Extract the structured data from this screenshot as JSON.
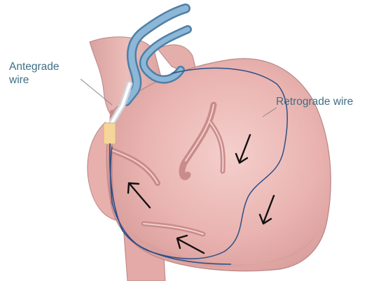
{
  "labels": {
    "antegrade_line1": "Antegrade",
    "antegrade_line2": "wire",
    "retrograde": "Retrograde wire"
  },
  "colors": {
    "heart_body": "#e9b3b0",
    "heart_shadow": "#d99e9c",
    "heart_highlight": "#f2c9c6",
    "outline": "#b98585",
    "vessel": "#d0908f",
    "vein_blue": "#7aa9c9",
    "vein_blue_dark": "#4f7fa6",
    "wire": "#2e4f86",
    "balloon": "#f5d59a",
    "arrow": "#111111",
    "label_text": "#3f6f86",
    "leader_line": "#8a8a8a"
  },
  "arrows": [
    {
      "name": "arrow-upper-right",
      "direction": "down-left"
    },
    {
      "name": "arrow-lower-right",
      "direction": "down-left"
    },
    {
      "name": "arrow-left-middle",
      "direction": "up-left"
    },
    {
      "name": "arrow-bottom",
      "direction": "up-left"
    }
  ]
}
